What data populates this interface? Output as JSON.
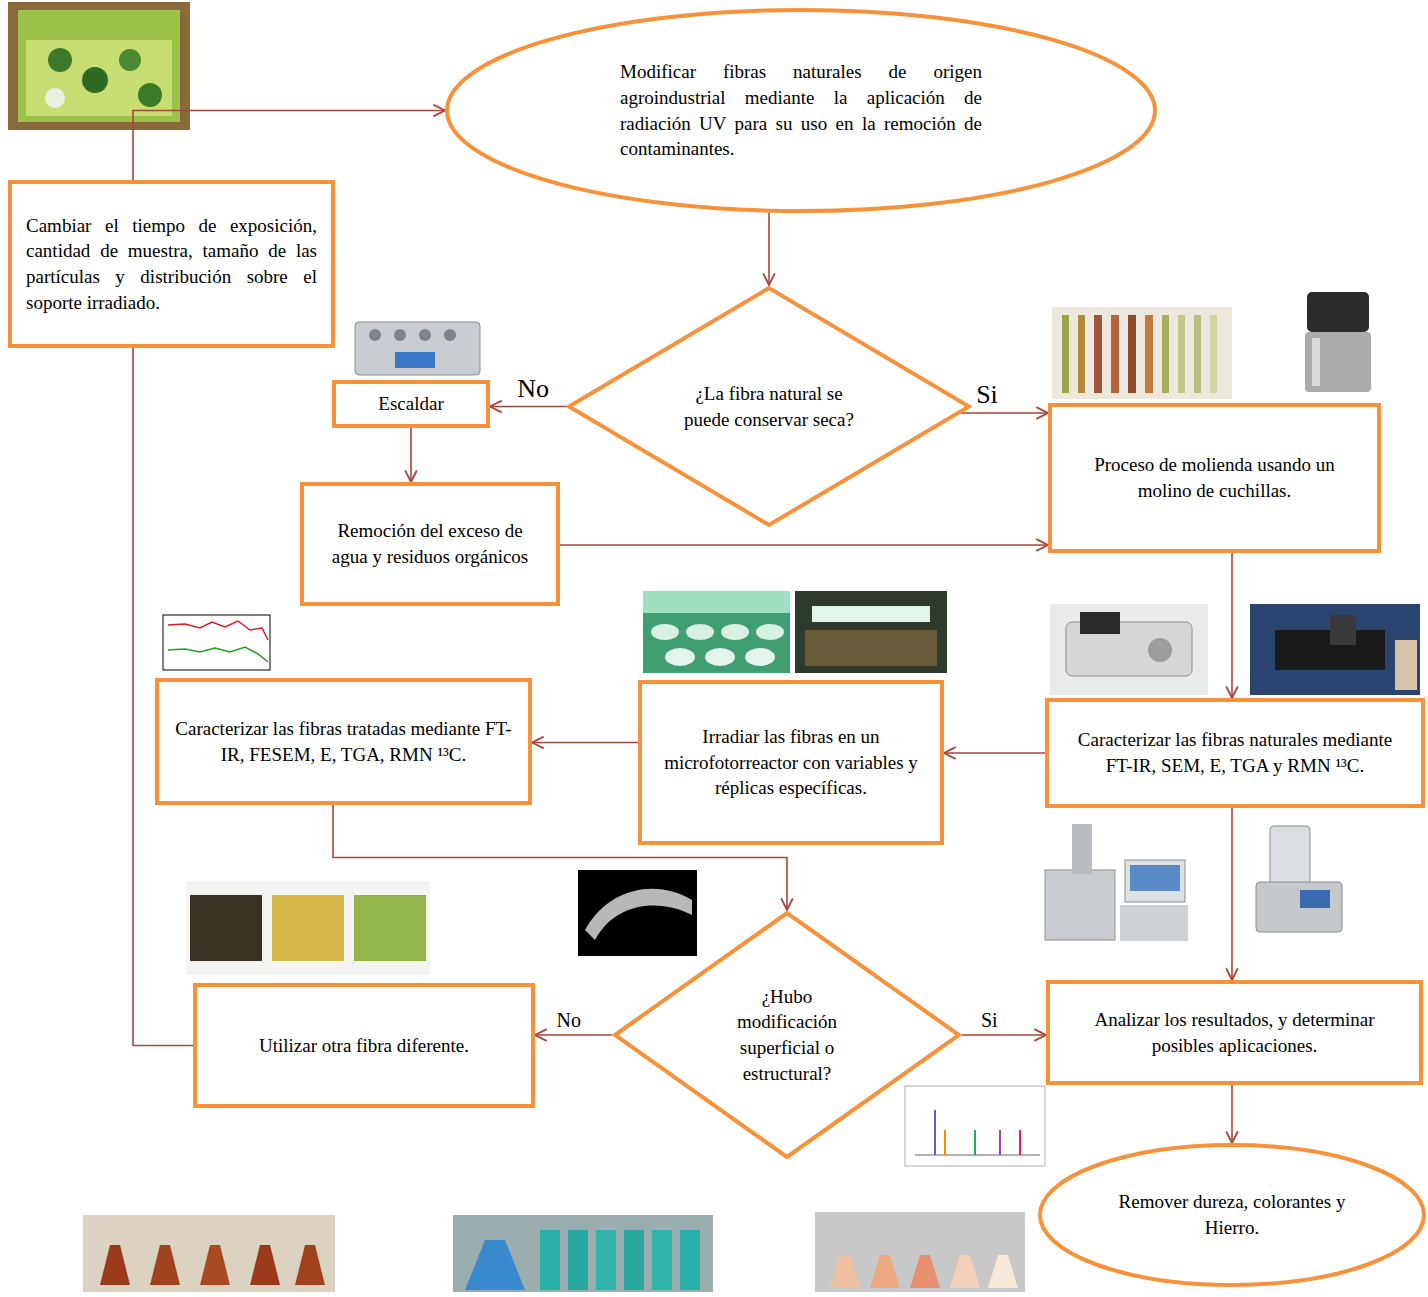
{
  "diagram": {
    "nodes": [
      {
        "text": [
          "Modificar fibras naturales de origen agroindustrial mediante la aplicación de radiación UV para su uso en la remoción de contaminantes."
        ]
      },
      {
        "text": [
          "Cambiar el tiempo de exposición, cantidad de muestra, tamaño de las partículas y distribución sobre el soporte irradiado."
        ]
      },
      {
        "text": [
          "¿La fibra natural se puede conservar seca?"
        ]
      },
      {
        "text": [
          "Escaldar"
        ]
      },
      {
        "text": [
          "Proceso de molienda usando un molino de cuchillas."
        ]
      },
      {
        "text": [
          "Remoción del exceso de agua y residuos orgánicos"
        ]
      },
      {
        "text": [
          "Caracterizar las fibras tratadas mediante FT-IR, FESEM, E, TGA, RMN ¹³C."
        ]
      },
      {
        "text": [
          "Irradiar las fibras en un microfotorreactor con variables y réplicas específicas."
        ]
      },
      {
        "text": [
          "Caracterizar las fibras naturales mediante FT-IR, SEM, E, TGA y RMN ¹³C."
        ]
      },
      {
        "text": [
          "Utilizar otra fibra diferente."
        ]
      },
      {
        "text": [
          "¿Hubo modificación superficial o estructural?"
        ]
      },
      {
        "text": [
          "Analizar los resultados, y determinar posibles aplicaciones."
        ]
      },
      {
        "text": [
          "Remover dureza, colorantes y Hierro."
        ]
      }
    ],
    "edges": [
      {
        "from": 1,
        "to": 0,
        "arrow": "to"
      },
      {
        "from": 0,
        "to": 2,
        "arrow": "to"
      },
      {
        "from": 2,
        "to": 3,
        "label": "No",
        "arrow": "to"
      },
      {
        "from": 2,
        "to": 4,
        "label": "Si",
        "arrow": "to"
      },
      {
        "from": 3,
        "to": 5,
        "arrow": "to"
      },
      {
        "from": 5,
        "to": 4,
        "arrow": "to"
      },
      {
        "from": 4,
        "to": 8,
        "arrow": "to"
      },
      {
        "from": 8,
        "to": 7,
        "arrow": "to"
      },
      {
        "from": 7,
        "to": 6,
        "arrow": "to"
      },
      {
        "from": 6,
        "to": 10,
        "arrow": "to"
      },
      {
        "from": 10,
        "to": 9,
        "label": "No",
        "arrow": "to"
      },
      {
        "from": 10,
        "to": 11,
        "label": "Si",
        "arrow": "to"
      },
      {
        "from": 9,
        "to": 1,
        "arrow": "none"
      },
      {
        "from": 8,
        "to": 11,
        "arrow": "to"
      },
      {
        "from": 11,
        "to": 12,
        "arrow": "to"
      }
    ]
  }
}
